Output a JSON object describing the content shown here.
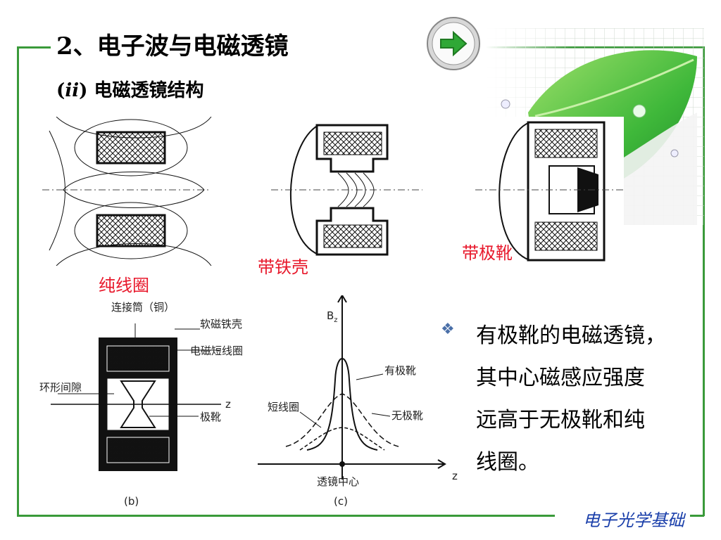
{
  "title": "2、电子波与电磁透镜",
  "subtitle": {
    "prefix": "(",
    "roman": "ii",
    "suffix": ")",
    "text": " 电磁透镜结构"
  },
  "labels": {
    "pure_coil": "纯线圈",
    "iron_shell": "带铁壳",
    "pole_shoe": "带极靴"
  },
  "diagram_b": {
    "caption": "(b)",
    "callouts": [
      "连接筒（铜）",
      "软磁铁壳",
      "电磁短线圈",
      "环形间隙",
      "极靴",
      "z"
    ]
  },
  "diagram_c": {
    "caption": "(c)",
    "axis_y": "B",
    "axis_y_sub": "z",
    "axis_x": "z",
    "center": "透镜中心",
    "curves": [
      "有极靴",
      "无极靴",
      "短线圈"
    ]
  },
  "bullet": {
    "icon": "diamond-bullet-icon",
    "lines": [
      "有极靴的电磁透镜，",
      "其中心磁感应强度",
      "远高于无极靴和纯",
      "线圈。"
    ]
  },
  "footer": "电子光学基础",
  "colors": {
    "frame": "#3a9a3a",
    "label_red": "#e8192c",
    "footer_blue": "#1a3faa"
  }
}
